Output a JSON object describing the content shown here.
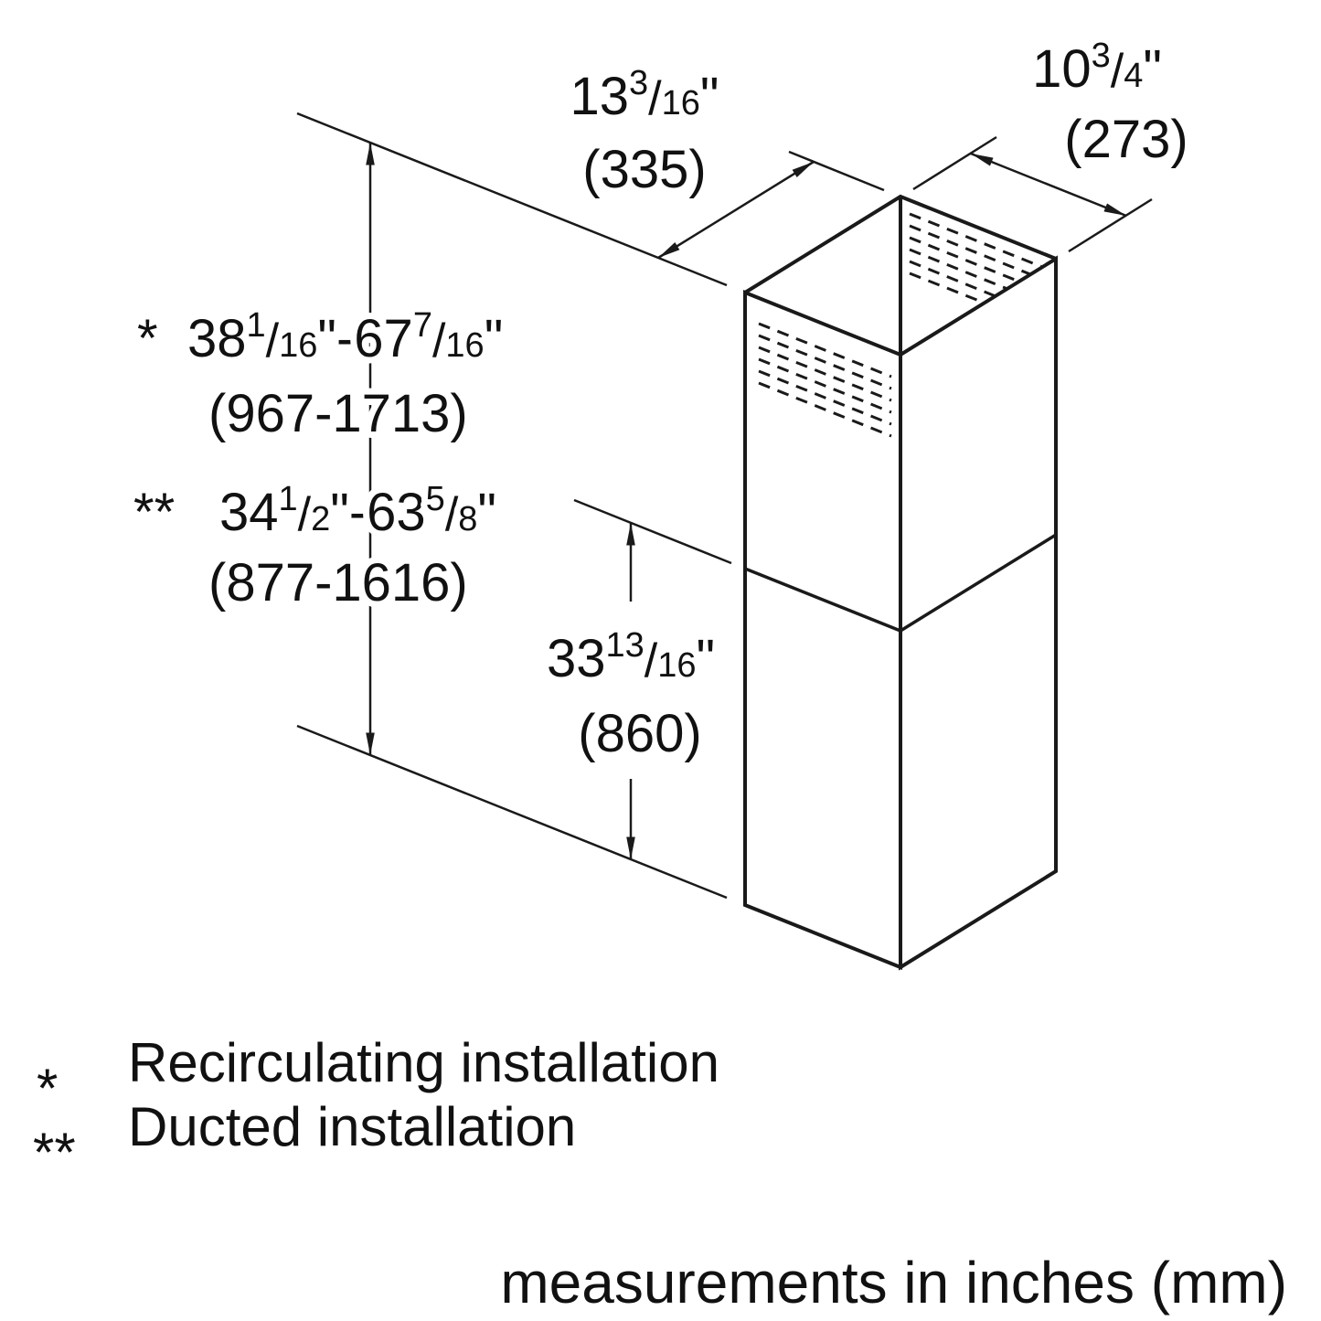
{
  "diagram": {
    "dims": {
      "width": {
        "whole": "13",
        "num": "3",
        "slash": "/",
        "den": "16",
        "quote": "\"",
        "mm": "(335)"
      },
      "depth": {
        "whole": "10",
        "num": "3",
        "slash": "/",
        "den": "4",
        "quote": "\"",
        "mm": "(273)"
      },
      "range_recirc": {
        "marker": "*",
        "a_whole": "38",
        "a_num": "1",
        "a_slash": "/",
        "a_den": "16",
        "mid": "\"-",
        "b_whole": "67",
        "b_num": "7",
        "b_slash": "/",
        "b_den": "16",
        "quote": "\"",
        "mm": "(967-1713)"
      },
      "range_ducted": {
        "marker": "**",
        "a_whole": "34",
        "a_num": "1",
        "a_slash": "/",
        "a_den": "2",
        "mid": "\"-",
        "b_whole": "63",
        "b_num": "5",
        "b_slash": "/",
        "b_den": "8",
        "quote": "\"",
        "mm": "(877-1616)"
      },
      "lower_section": {
        "whole": "33",
        "num": "13",
        "slash": "/",
        "den": "16",
        "quote": "\"",
        "mm": "(860)"
      }
    },
    "legend": [
      {
        "marker": "*",
        "text": "Recirculating installation"
      },
      {
        "marker": "**",
        "text": "Ducted installation"
      }
    ],
    "units_note": "measurements in inches (mm)"
  }
}
